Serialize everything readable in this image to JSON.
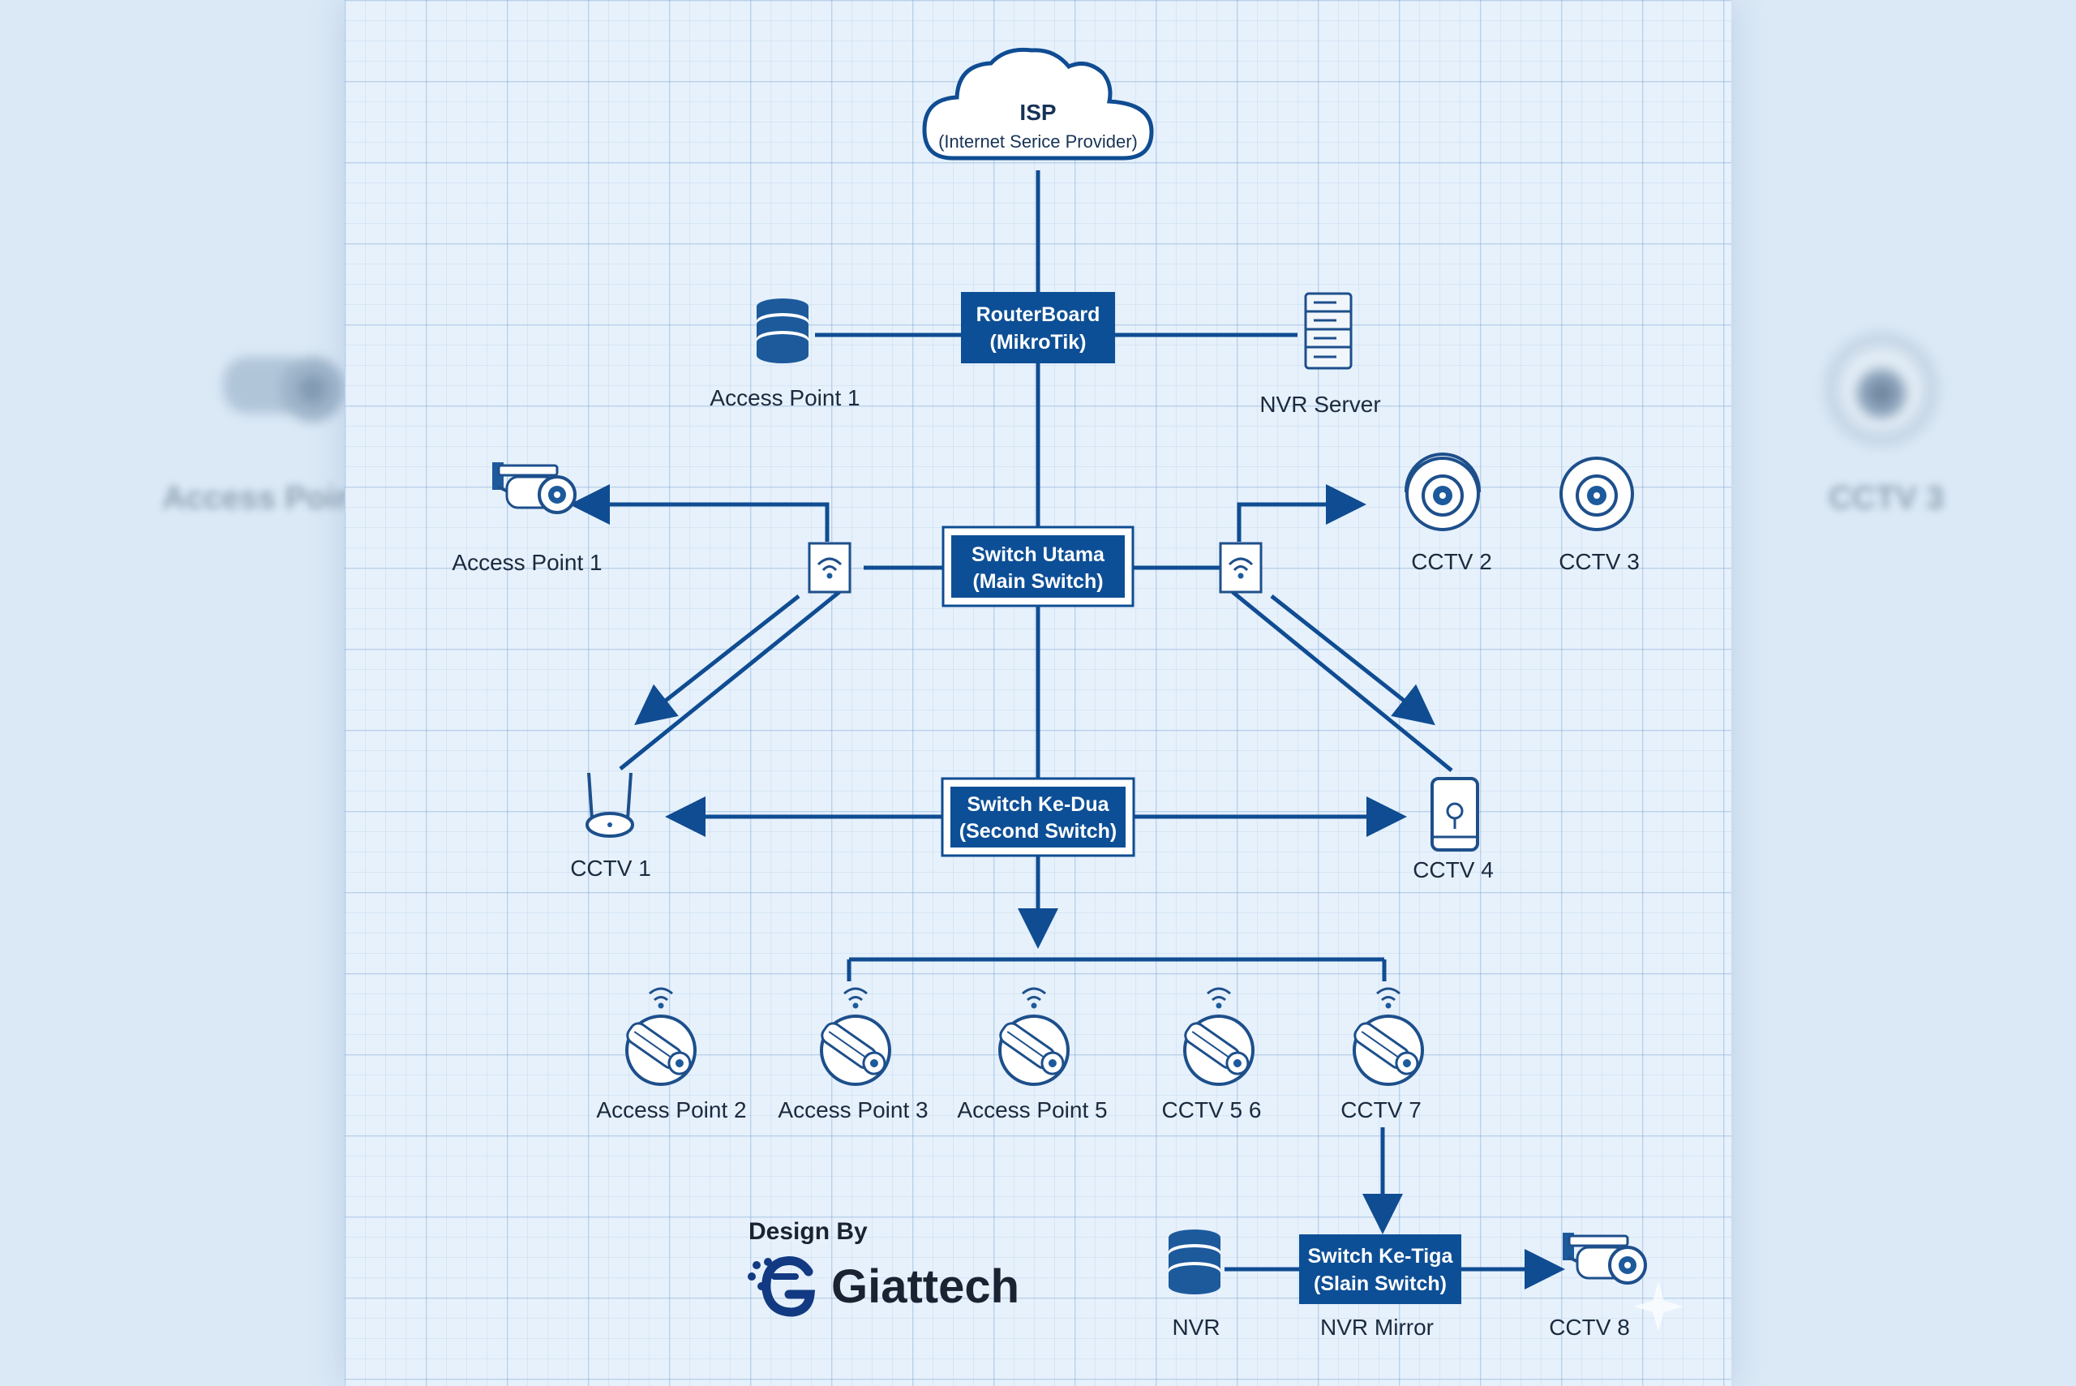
{
  "nodes": {
    "isp": {
      "title": "ISP",
      "subtitle": "(Internet Serice Provider)"
    },
    "router": {
      "line1": "RouterBoard",
      "line2": "(MikroTik)"
    },
    "main_switch": {
      "line1": "Switch Utama",
      "line2": "(Main Switch)"
    },
    "second_switch": {
      "line1": "Switch Ke-Dua",
      "line2": "(Second Switch)"
    },
    "third_switch": {
      "line1": "Switch Ke-Tiga",
      "line2": "(Slain Switch)"
    }
  },
  "labels": {
    "ap1_top": "Access Point 1",
    "nvr_server": "NVR Server",
    "ap1_left": "Access Point 1",
    "cctv2": "CCTV 2",
    "cctv3": "CCTV 3",
    "cctv1": "CCTV 1",
    "cctv4": "CCTV 4",
    "ap2": "Access Point 2",
    "ap3": "Access Point 3",
    "ap5": "Access Point 5",
    "cctv56": "CCTV 5 6",
    "cctv7": "CCTV 7",
    "nvr": "NVR",
    "nvr_mirror": "NVR Mirror",
    "cctv8": "CCTV 8"
  },
  "ghost": {
    "left": "Access Point",
    "right": "CCTV 3"
  },
  "brand": {
    "design_by": "Design By",
    "name": "Giattech"
  },
  "colors": {
    "primary": "#0d4f96",
    "line": "#0f4c92",
    "panel": "#e6f1fc",
    "text": "#1b2a3d"
  }
}
